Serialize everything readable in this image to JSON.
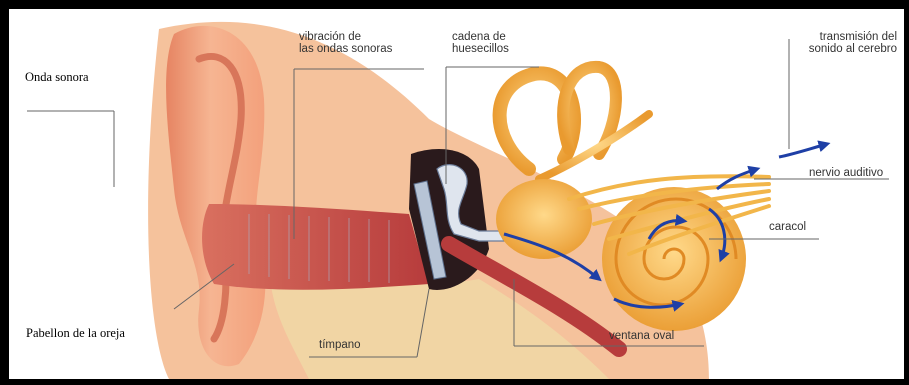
{
  "labels": {
    "sound_wave": "Onda sonora",
    "auricle": "Pabellon de la oreja",
    "vibration_line1": "vibración de",
    "vibration_line2": "las ondas sonoras",
    "ossicles_line1": "cadena de",
    "ossicles_line2": "huesecillos",
    "transmission_line1": "transmisión del",
    "transmission_line2": "sonido al cerebro",
    "auditory_nerve": "nervio auditivo",
    "cochlea": "caracol",
    "eardrum": "tímpano",
    "oval_window": "ventana oval"
  },
  "colors": {
    "skin": "#f3a884",
    "canal": "#c85a4f",
    "inner_ear": "#f2b64a",
    "arrows": "#1e3fa6"
  }
}
